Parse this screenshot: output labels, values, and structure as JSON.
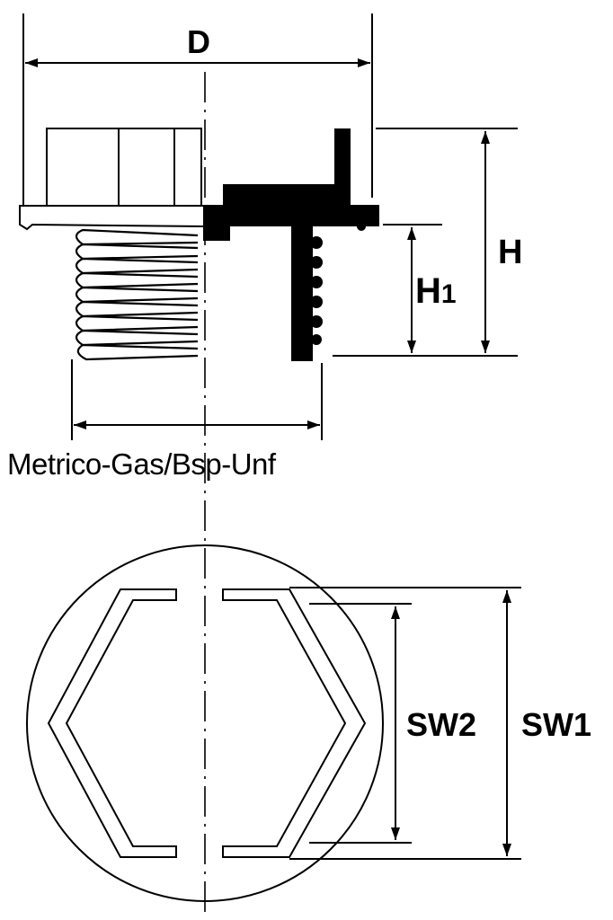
{
  "diagram": {
    "labels": {
      "diameter": "D",
      "height": "H",
      "height1_main": "H",
      "height1_sub": "1",
      "thread_type": "Metrico-Gas/Bsp-Unf",
      "wrench_size_2": "SW2",
      "wrench_size_1": "SW1"
    },
    "colors": {
      "line": "#000000",
      "fill": "#ffffff",
      "solid": "#000000"
    }
  }
}
